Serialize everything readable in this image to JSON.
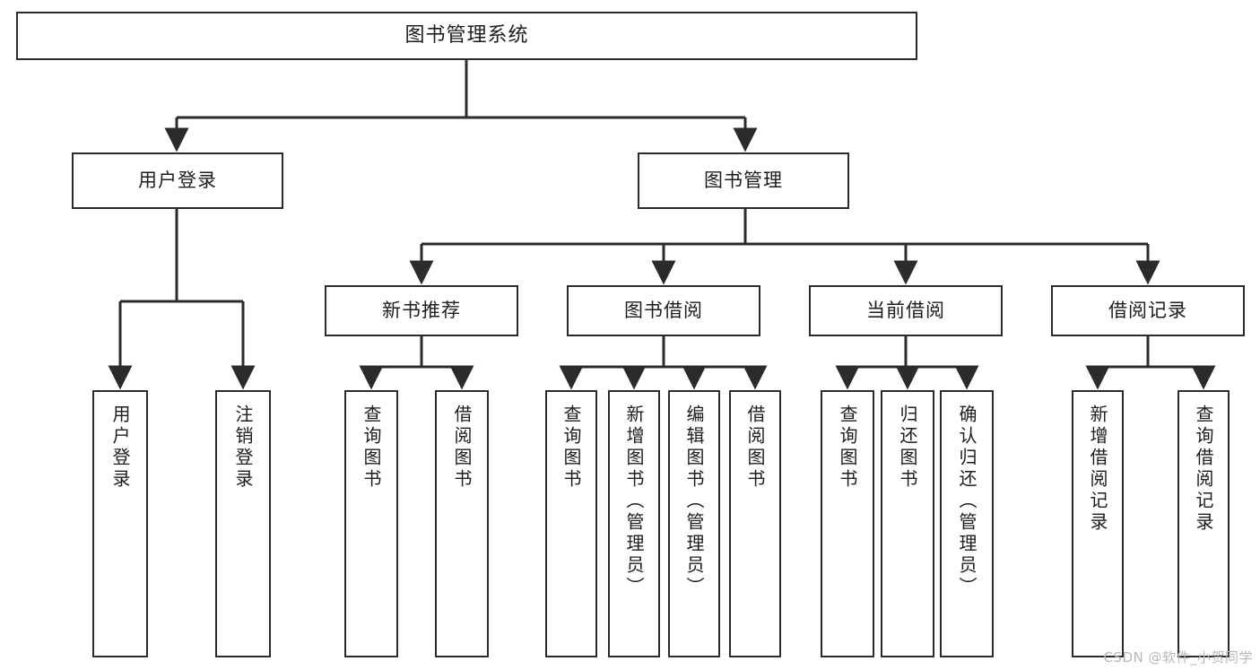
{
  "diagram": {
    "type": "tree",
    "title": "图书管理系统",
    "watermark": "CSDN @软件_小贺同学",
    "colors": {
      "box_border": "#2b2b2b",
      "box_fill": "#ffffff",
      "connector": "#2b2b2b",
      "text": "#1d1d1d",
      "watermark": "#b8b8b8"
    },
    "nodes": {
      "root": {
        "label": "图书管理系统"
      },
      "level2": [
        {
          "id": "user-login",
          "label": "用户登录"
        },
        {
          "id": "book-management",
          "label": "图书管理"
        }
      ],
      "level3": [
        {
          "id": "new-book-recommend",
          "label": "新书推荐"
        },
        {
          "id": "book-borrow",
          "label": "图书借阅"
        },
        {
          "id": "current-borrow",
          "label": "当前借阅"
        },
        {
          "id": "borrow-record",
          "label": "借阅记录"
        }
      ],
      "leaves": {
        "user_login": [
          {
            "id": "leaf-user-login",
            "label": "用户登录"
          },
          {
            "id": "leaf-logout-login",
            "label": "注销登录"
          }
        ],
        "new_book_recommend": [
          {
            "id": "leaf-query-book-1",
            "label": "查询图书"
          },
          {
            "id": "leaf-borrow-book-1",
            "label": "借阅图书"
          }
        ],
        "book_borrow": [
          {
            "id": "leaf-query-book-2",
            "label": "查询图书"
          },
          {
            "id": "leaf-add-book",
            "label": "新增图书（管理员）"
          },
          {
            "id": "leaf-edit-book",
            "label": "编辑图书（管理员）"
          },
          {
            "id": "leaf-borrow-book-2",
            "label": "借阅图书"
          }
        ],
        "current_borrow": [
          {
            "id": "leaf-query-book-3",
            "label": "查询图书"
          },
          {
            "id": "leaf-return-book",
            "label": "归还图书"
          },
          {
            "id": "leaf-confirm-return",
            "label": "确认归还（管理员）"
          }
        ],
        "borrow_record": [
          {
            "id": "leaf-add-record",
            "label": "新增借阅记录"
          },
          {
            "id": "leaf-query-record",
            "label": "查询借阅记录"
          }
        ]
      }
    }
  }
}
